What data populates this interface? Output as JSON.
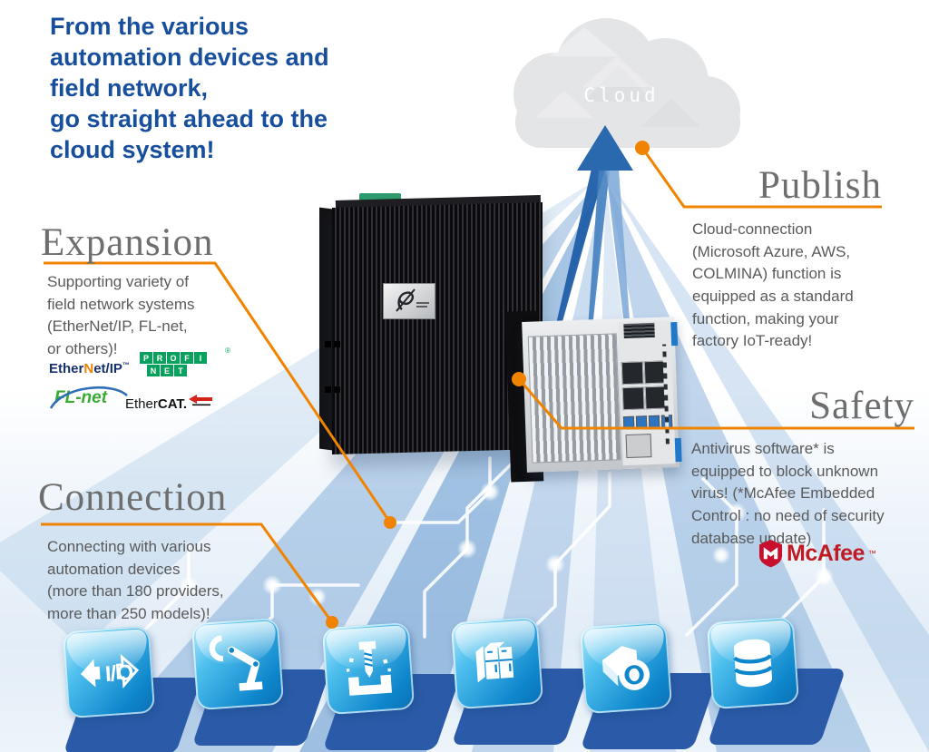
{
  "headline": {
    "text": "From the various\nautomation devices and\nfield network,\ngo straight ahead to the\ncloud system!"
  },
  "cloud": {
    "label": "Cloud"
  },
  "sections": {
    "expansion": {
      "title": "Expansion",
      "body": "Supporting variety of\nfield network systems\n(EtherNet/IP, FL-net,\nor others)!"
    },
    "connection": {
      "title": "Connection",
      "body": "Connecting with various\nautomation devices\n(more than 180 providers,\nmore than 250 models)!"
    },
    "publish": {
      "title": "Publish",
      "body": "Cloud-connection\n(Microsoft Azure, AWS,\nCOLMINA) function is\nequipped as a standard\nfunction, making your\nfactory IoT-ready!"
    },
    "safety": {
      "title": "Safety",
      "body": "Antivirus software* is\nequipped to block unknown\nvirus! (*McAfee Embedded\nControl : no need of security\ndatabase update)"
    }
  },
  "logos": {
    "ethernet_ip": {
      "pre": "Ether",
      "n": "N",
      "post": "et/IP",
      "tm": "™"
    },
    "profinet": {
      "row1": [
        "P",
        "R",
        "O",
        "F",
        "I"
      ],
      "row2": [
        "N",
        "E",
        "T"
      ],
      "reg": "®"
    },
    "fl_net": {
      "label": "FL-net"
    },
    "ethercat": {
      "pre": "Ether",
      "bold": "CAT."
    }
  },
  "mcafee": {
    "label": "McAfee",
    "tm": "™"
  },
  "bottom": {
    "io": {
      "i": "I",
      "slash": "/",
      "o": "O"
    },
    "icon_names": [
      "io-icon",
      "robot-arm-icon",
      "press-machine-icon",
      "plc-cabinet-icon",
      "camera-icon",
      "database-icon"
    ]
  },
  "colors": {
    "accent_orange": "#F08300",
    "headline_blue": "#174F9C",
    "title_gray": "#6E6E6E",
    "body_gray": "#5A5A5A",
    "tile_blue": "#0E86CC",
    "pad_blue": "#2B5BA8",
    "profinet_green": "#0AA15F",
    "flnet_green": "#3AAA35",
    "mcafee_red": "#C01B23",
    "cloud_gray": "#E4E5E7"
  }
}
